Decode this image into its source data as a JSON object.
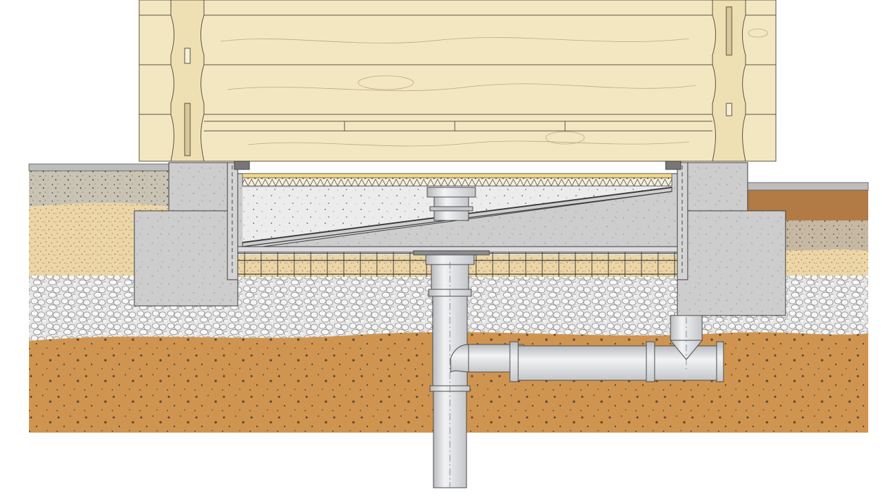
{
  "diagram": {
    "kind": "cross-section",
    "text_labels": [],
    "components": [
      "log-wall",
      "concrete-foundation-left",
      "concrete-foundation-right",
      "sloped-floor-slab",
      "insulation-layer",
      "floor-drain",
      "vertical-drain-pipe",
      "horizontal-drain-pipe",
      "gravel-bed",
      "sand-layer",
      "native-soil",
      "rebar-grid"
    ],
    "colors": {
      "wood": "#f3e7c2",
      "wood_line": "#8a7a58",
      "concrete": "#cfcfcf",
      "concrete_dark": "#b8b8b8",
      "slab": "#e6e6e6",
      "sand": "#e9d2a4",
      "gravel": "#e4e4e4",
      "soil": "#cf9550",
      "soil_dark": "#a86c2c",
      "pipe": "#dcdde0",
      "pipe_edge": "#6e7074",
      "insulation": "#f0d88a",
      "outline": "#3c3c3c"
    }
  }
}
